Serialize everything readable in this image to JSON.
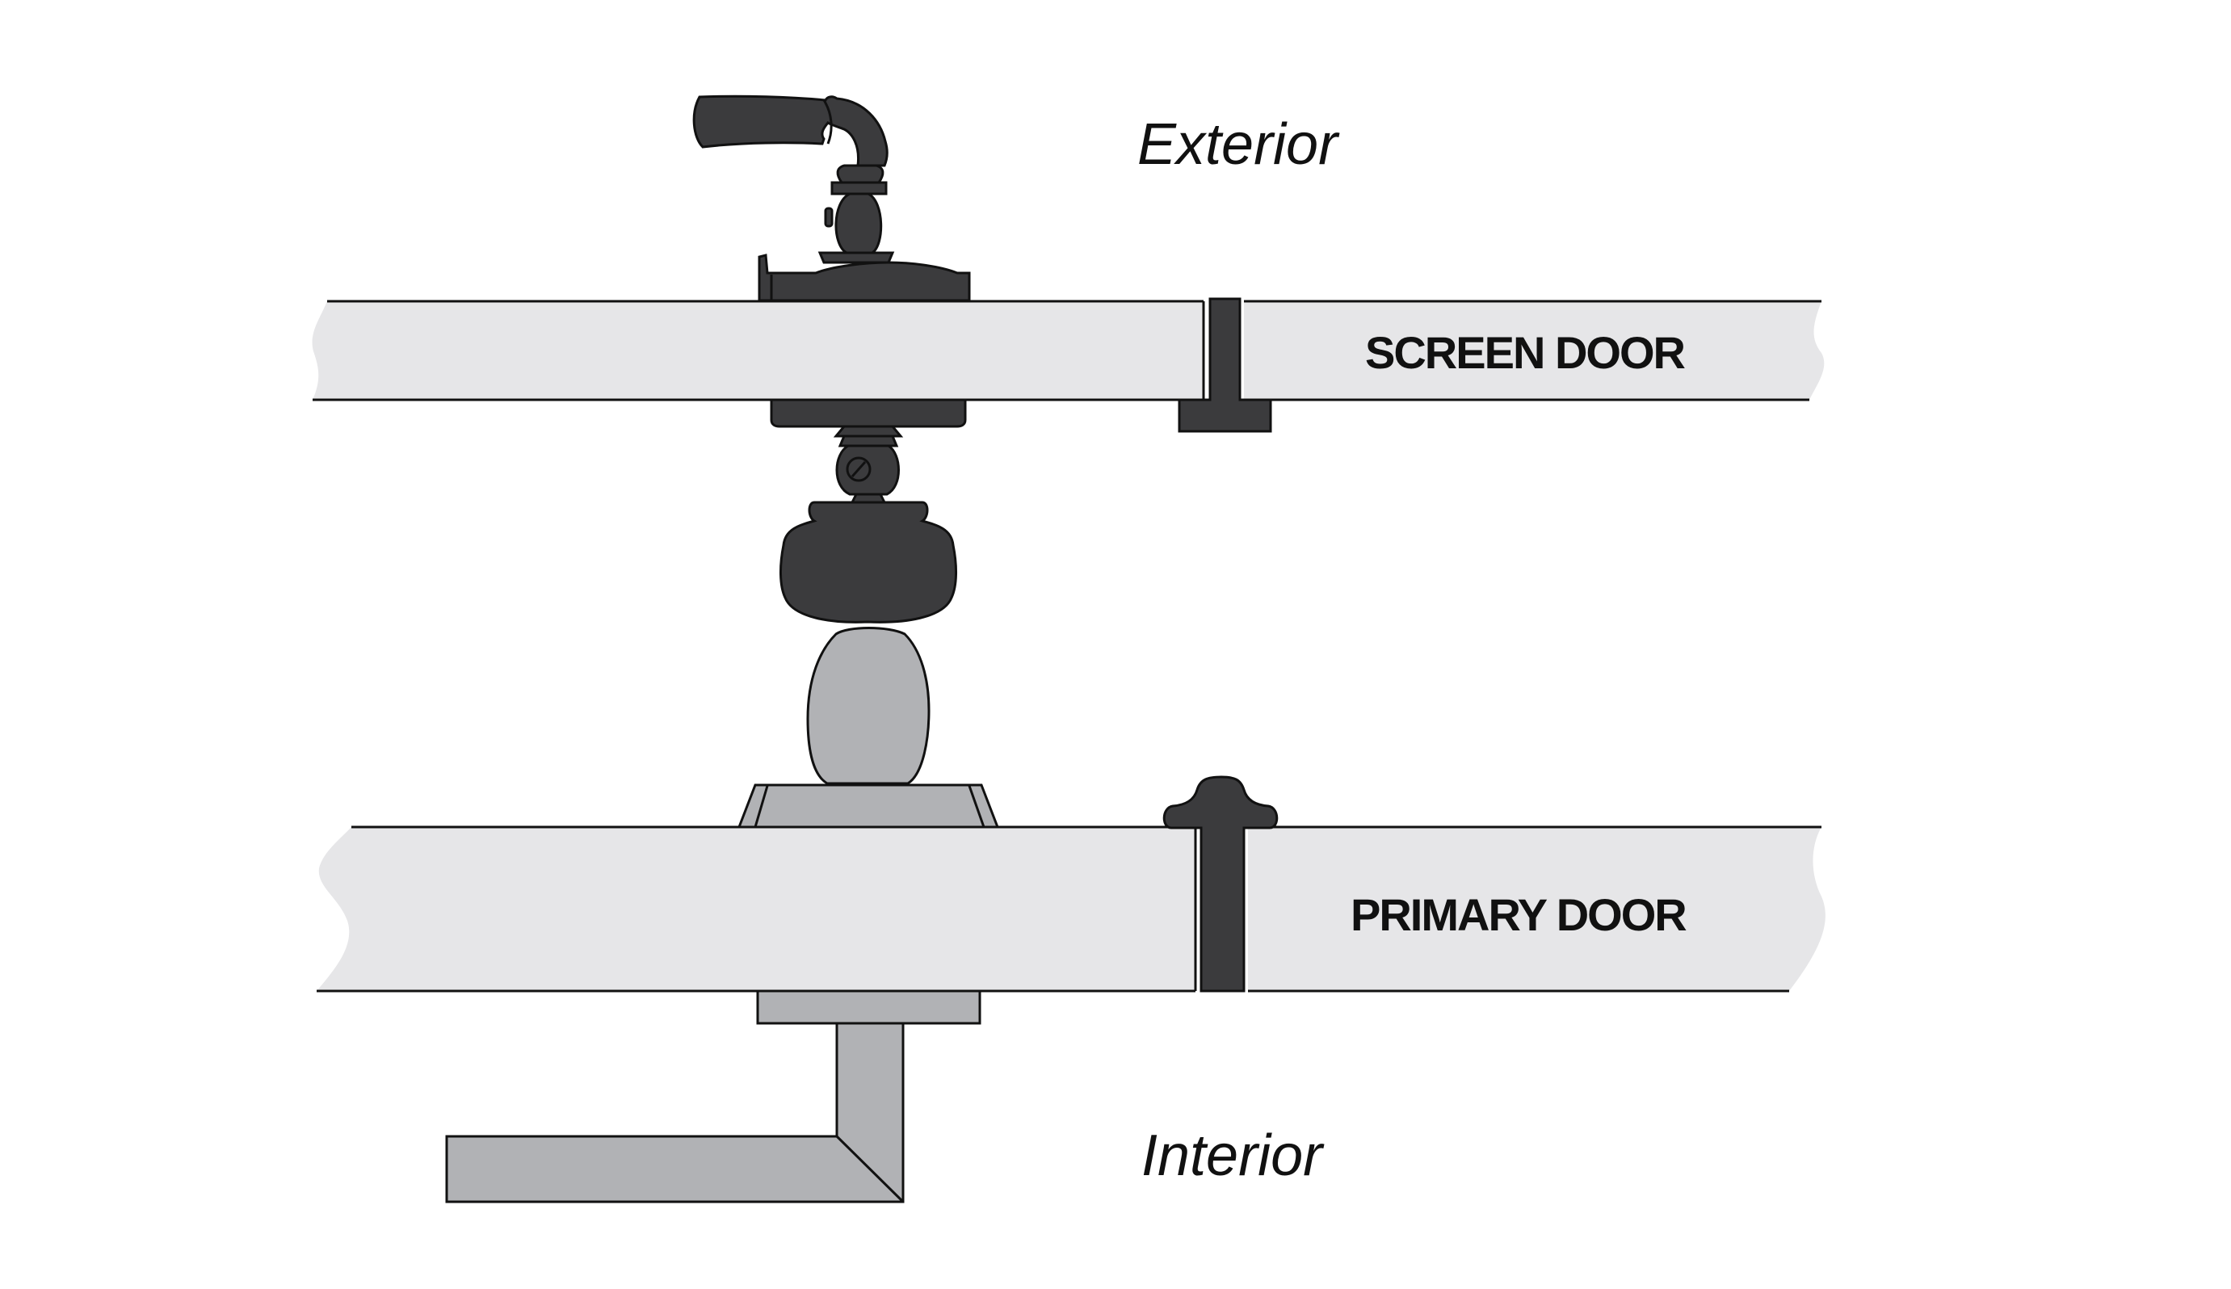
{
  "labels": {
    "exterior": "Exterior",
    "interior": "Interior",
    "screen_door": "SCREEN DOOR",
    "primary_door": "PRIMARY DOOR"
  },
  "colors": {
    "door_fill": "#e6e6e8",
    "exterior_hardware": "#3b3b3d",
    "interior_hardware": "#b1b2b5",
    "outline": "#111111",
    "background": "#ffffff"
  }
}
